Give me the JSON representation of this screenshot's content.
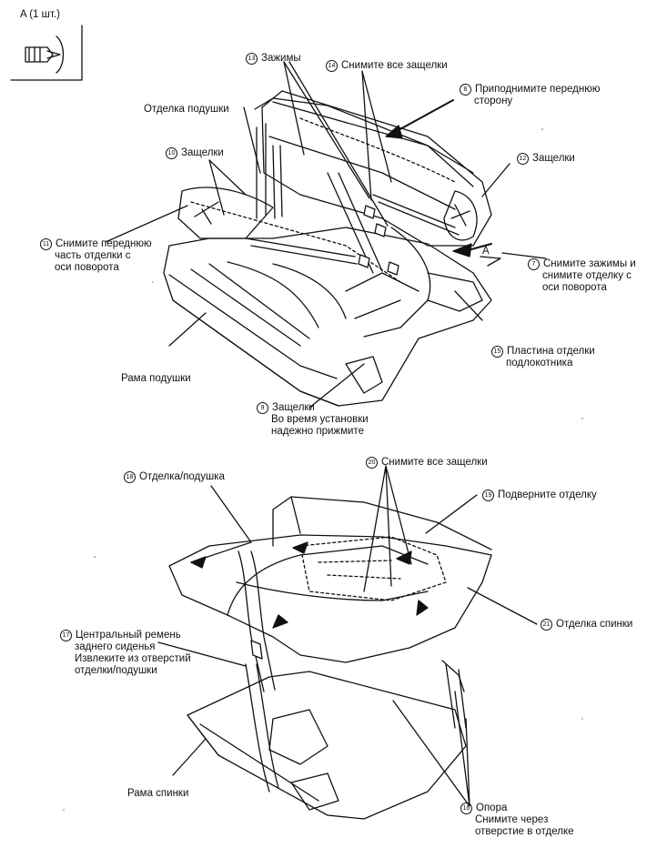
{
  "detail": {
    "title": "A (1 шт.)"
  },
  "top": {
    "labels": {
      "l13": {
        "num": "13",
        "text": "Зажимы"
      },
      "l14": {
        "num": "14",
        "text": "Снимите все защелки"
      },
      "l8": {
        "num": "8",
        "text": "Приподнимите переднюю",
        "text2": "сторону"
      },
      "cushion_trim": {
        "text": "Отделка подушки"
      },
      "l10": {
        "num": "10",
        "text": "Защелки"
      },
      "l12": {
        "num": "12",
        "text": "Защелки"
      },
      "l11": {
        "num": "11",
        "text": "Снимите переднюю",
        "text2": "часть отделки с",
        "text3": "оси поворота"
      },
      "arrowA": {
        "text": "A"
      },
      "l7": {
        "num": "7",
        "text": "Снимите зажимы и",
        "text2": "снимите отделку с",
        "text3": "оси поворота"
      },
      "l15": {
        "num": "15",
        "text": "Пластина отделки",
        "text2": "подлокотника"
      },
      "cushion_frame": {
        "text": "Рама подушки"
      },
      "l9": {
        "num": "9",
        "text": "Защелки",
        "text2": "Во время установки",
        "text3": "надежно прижмите"
      }
    }
  },
  "bottom": {
    "labels": {
      "l18": {
        "num": "18",
        "text": "Отделка/подушка"
      },
      "l20": {
        "num": "20",
        "text": "Снимите все защелки"
      },
      "l19": {
        "num": "19",
        "text": "Подверните отделку"
      },
      "l21": {
        "num": "21",
        "text": "Отделка спинки"
      },
      "l17": {
        "num": "17",
        "text": "Центральный ремень",
        "text2": "заднего сиденья",
        "text3": "Извлеките из отверстий",
        "text4": "отделки/подушки"
      },
      "back_frame": {
        "text": "Рама спинки"
      },
      "l16": {
        "num": "16",
        "text": "Опора",
        "text2": "Снимите через",
        "text3": "отверстие в отделке"
      }
    }
  }
}
